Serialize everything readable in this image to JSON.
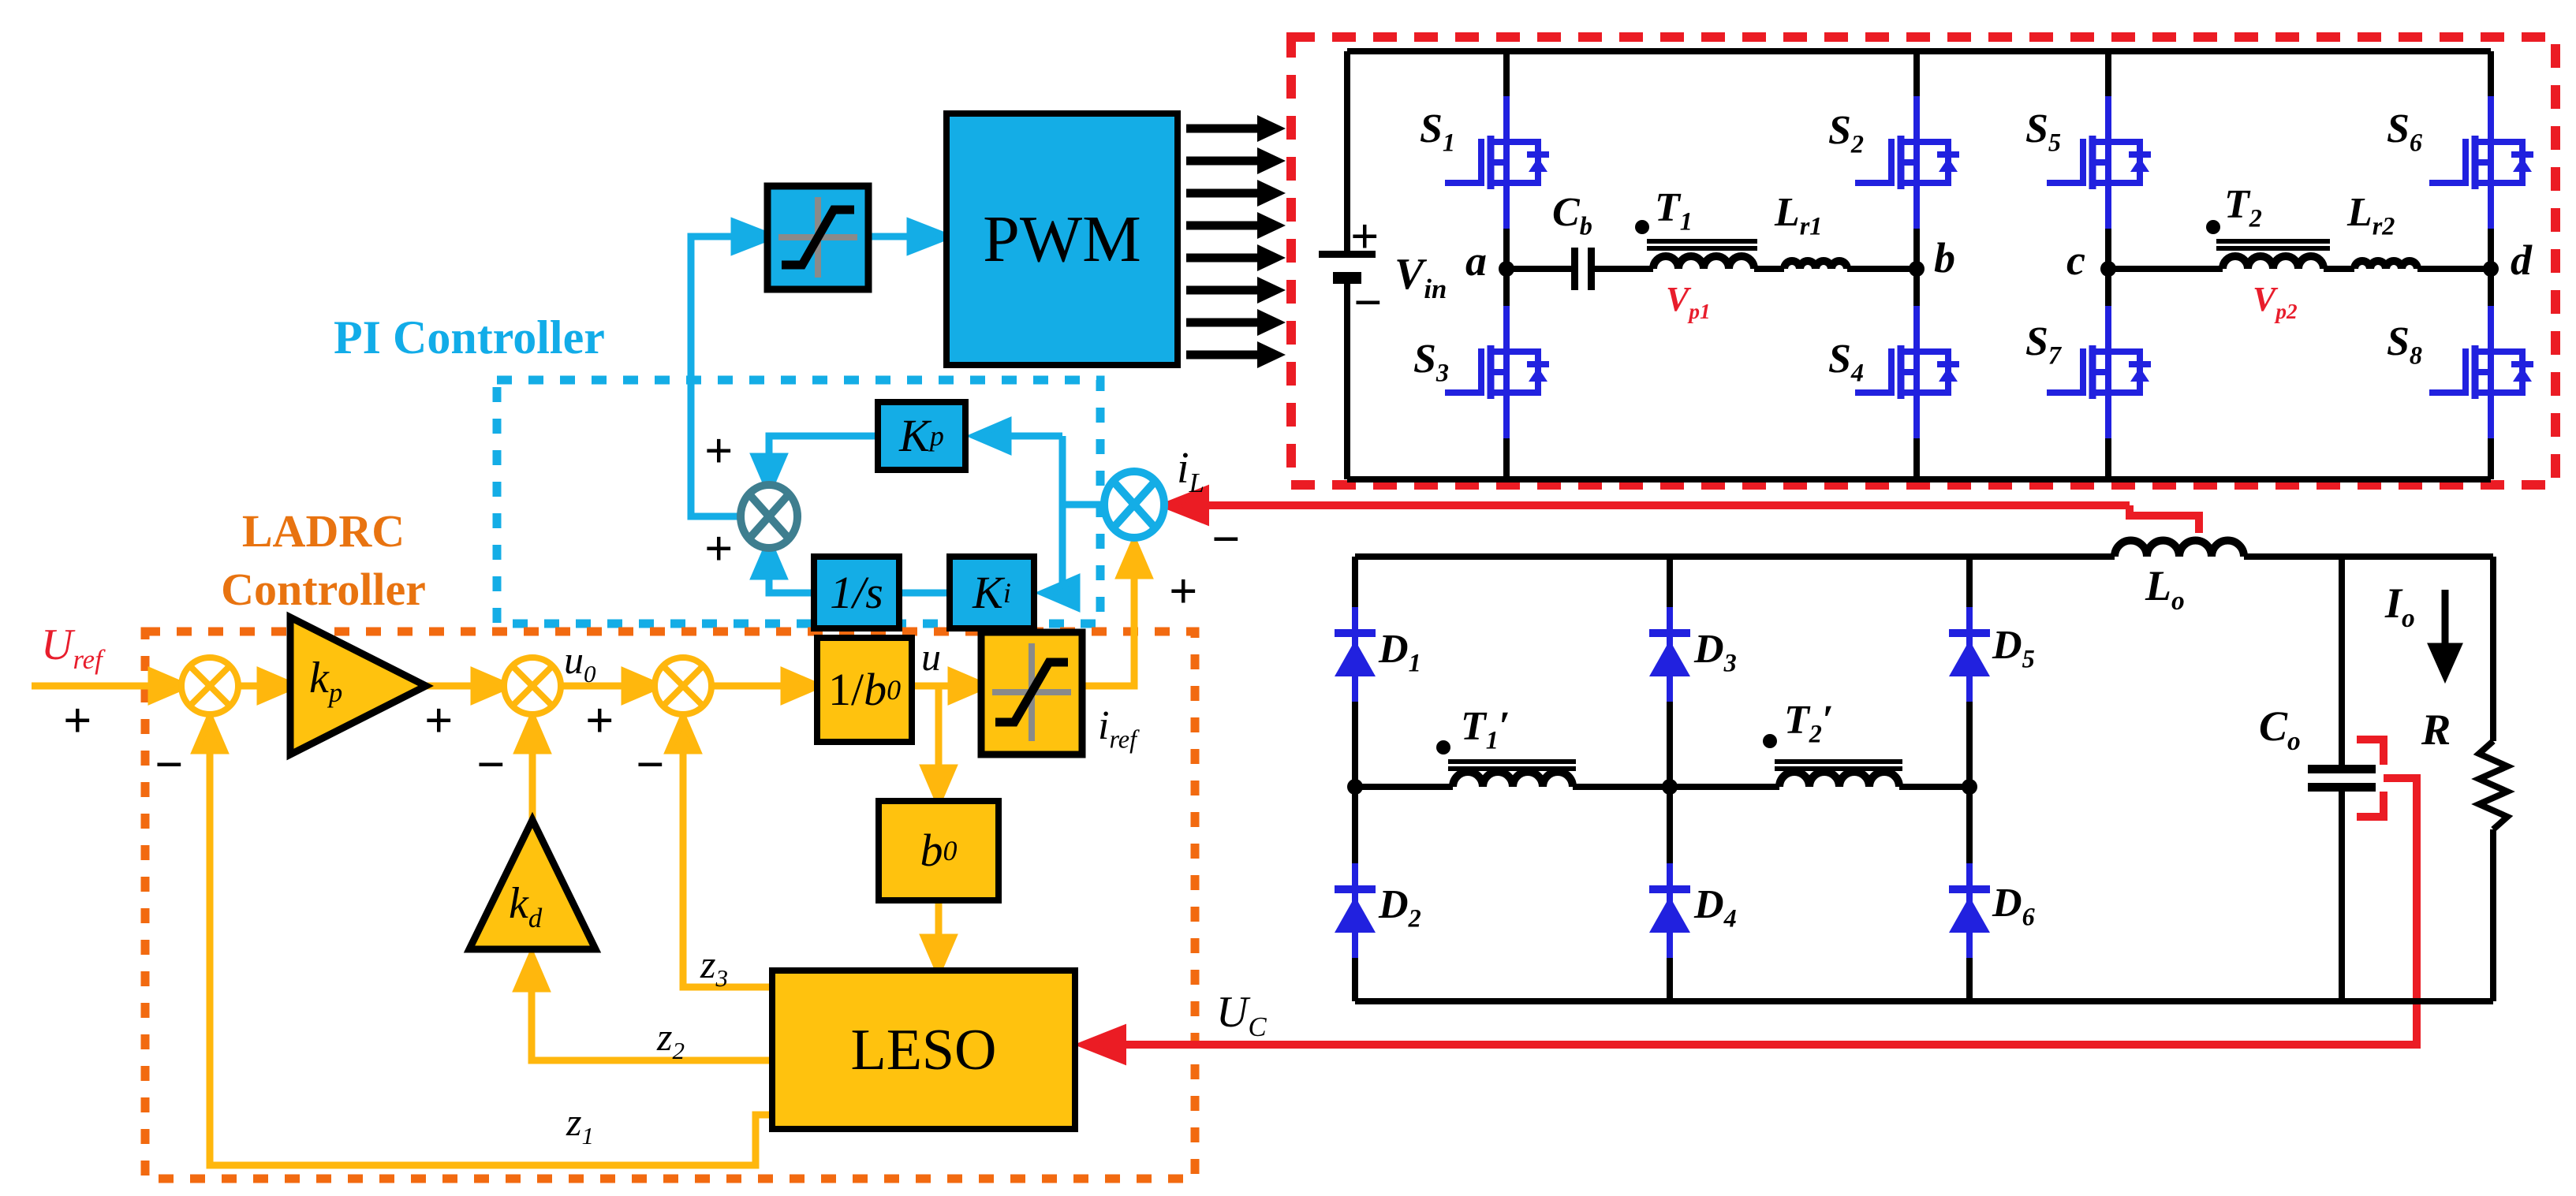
{
  "titles": {
    "pi": "PI Controller",
    "ladrc_line1": "LADRC",
    "ladrc_line2": "Controller"
  },
  "signs": {
    "plus": "+",
    "minus": "−"
  },
  "colors": {
    "cyan": "#14ADE6",
    "teal": "#3E7E8F",
    "yellow_block": "#FFC20E",
    "orange_wire": "#FFB70D",
    "orange_dash": "#F26A10",
    "red": "#EB1C24",
    "circuit_blue": "#2121DF",
    "black": "#000000"
  },
  "controller": {
    "uref": {
      "main": "U",
      "sub": "ref"
    },
    "kp_gain": {
      "main": "k",
      "sub": "p"
    },
    "u0": {
      "main": "u",
      "sub": "0"
    },
    "kd_gain": {
      "main": "k",
      "sub": "d"
    },
    "inv_b0": {
      "pre": "1/",
      "main": "b",
      "sub": "0"
    },
    "b0": {
      "main": "b",
      "sub": "0"
    },
    "u": {
      "main": "u"
    },
    "iref": {
      "main": "i",
      "sub": "ref"
    },
    "leso": "LESO",
    "z1": {
      "main": "z",
      "sub": "1"
    },
    "z2": {
      "main": "z",
      "sub": "2"
    },
    "z3": {
      "main": "z",
      "sub": "3"
    },
    "pwm": "PWM",
    "Kp": {
      "main": "K",
      "sub": "p"
    },
    "Ki": {
      "main": "K",
      "sub": "i"
    },
    "integrator": "1/s",
    "iL": {
      "main": "i",
      "sub": "L"
    }
  },
  "circuit": {
    "vin": {
      "main": "V",
      "sub": "in"
    },
    "nodes": [
      "a",
      "b",
      "c",
      "d"
    ],
    "switches": [
      {
        "main": "S",
        "sub": "1"
      },
      {
        "main": "S",
        "sub": "2"
      },
      {
        "main": "S",
        "sub": "3"
      },
      {
        "main": "S",
        "sub": "4"
      },
      {
        "main": "S",
        "sub": "5"
      },
      {
        "main": "S",
        "sub": "6"
      },
      {
        "main": "S",
        "sub": "7"
      },
      {
        "main": "S",
        "sub": "8"
      }
    ],
    "cb": {
      "main": "C",
      "sub": "b"
    },
    "t1": {
      "main": "T",
      "sub": "1"
    },
    "lr1": {
      "main": "L",
      "sub": "r1"
    },
    "vp1": {
      "main": "V",
      "sub": "p1"
    },
    "t2": {
      "main": "T",
      "sub": "2"
    },
    "lr2": {
      "main": "L",
      "sub": "r2"
    },
    "vp2": {
      "main": "V",
      "sub": "p2"
    },
    "diodes": [
      {
        "main": "D",
        "sub": "1"
      },
      {
        "main": "D",
        "sub": "2"
      },
      {
        "main": "D",
        "sub": "3"
      },
      {
        "main": "D",
        "sub": "4"
      },
      {
        "main": "D",
        "sub": "5"
      },
      {
        "main": "D",
        "sub": "6"
      }
    ],
    "t1s": {
      "main": "T",
      "sub": "1",
      "post": "′"
    },
    "t2s": {
      "main": "T",
      "sub": "2",
      "post": "′"
    },
    "lo": {
      "main": "L",
      "sub": "o"
    },
    "io": {
      "main": "I",
      "sub": "o"
    },
    "co": {
      "main": "C",
      "sub": "o"
    },
    "r": "R",
    "uc": {
      "main": "U",
      "sub": "C"
    }
  }
}
